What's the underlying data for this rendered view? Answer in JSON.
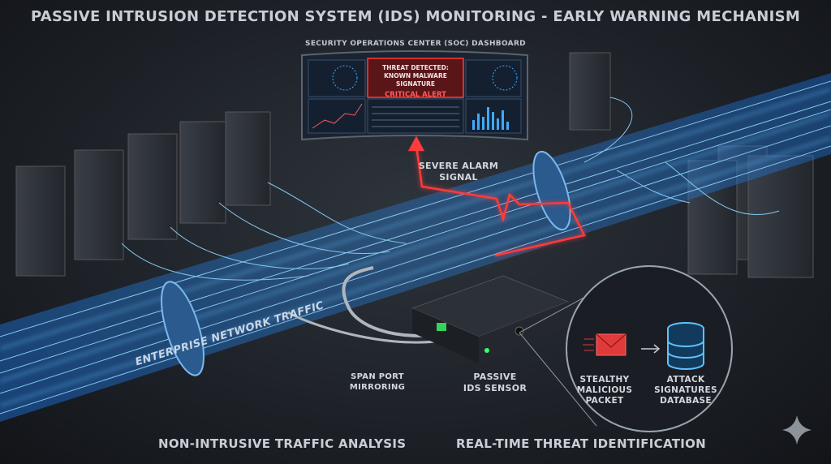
{
  "title": "PASSIVE INTRUSION DETECTION SYSTEM (IDS) MONITORING - EARLY WARNING MECHANISM",
  "dashboard": {
    "label": "SECURITY OPERATIONS CENTER (SOC) DASHBOARD",
    "alert_line1": "THREAT DETECTED:",
    "alert_line2": "KNOWN MALWARE SIGNATURE",
    "alert_level": "CRITICAL ALERT"
  },
  "labels": {
    "alarm_line1": "SEVERE ALARM",
    "alarm_line2": "SIGNAL",
    "span_line1": "SPAN PORT",
    "span_line2": "MIRRORING",
    "ids_line1": "PASSIVE",
    "ids_line2": "IDS SENSOR",
    "traffic": "ENTERPRISE NETWORK TRAFFIC",
    "packet_line1": "STEALTHY",
    "packet_line2": "MALICIOUS",
    "packet_line3": "PACKET",
    "db_line1": "ATTACK",
    "db_line2": "SIGNATURES",
    "db_line3": "DATABASE"
  },
  "footer": {
    "left": "NON-INTRUSIVE TRAFFIC ANALYSIS",
    "right": "REAL-TIME THREAT IDENTIFICATION"
  },
  "colors": {
    "traffic": "#3fa9ff",
    "alert": "#ff3b3b",
    "sensor_led": "#3cff6a"
  }
}
